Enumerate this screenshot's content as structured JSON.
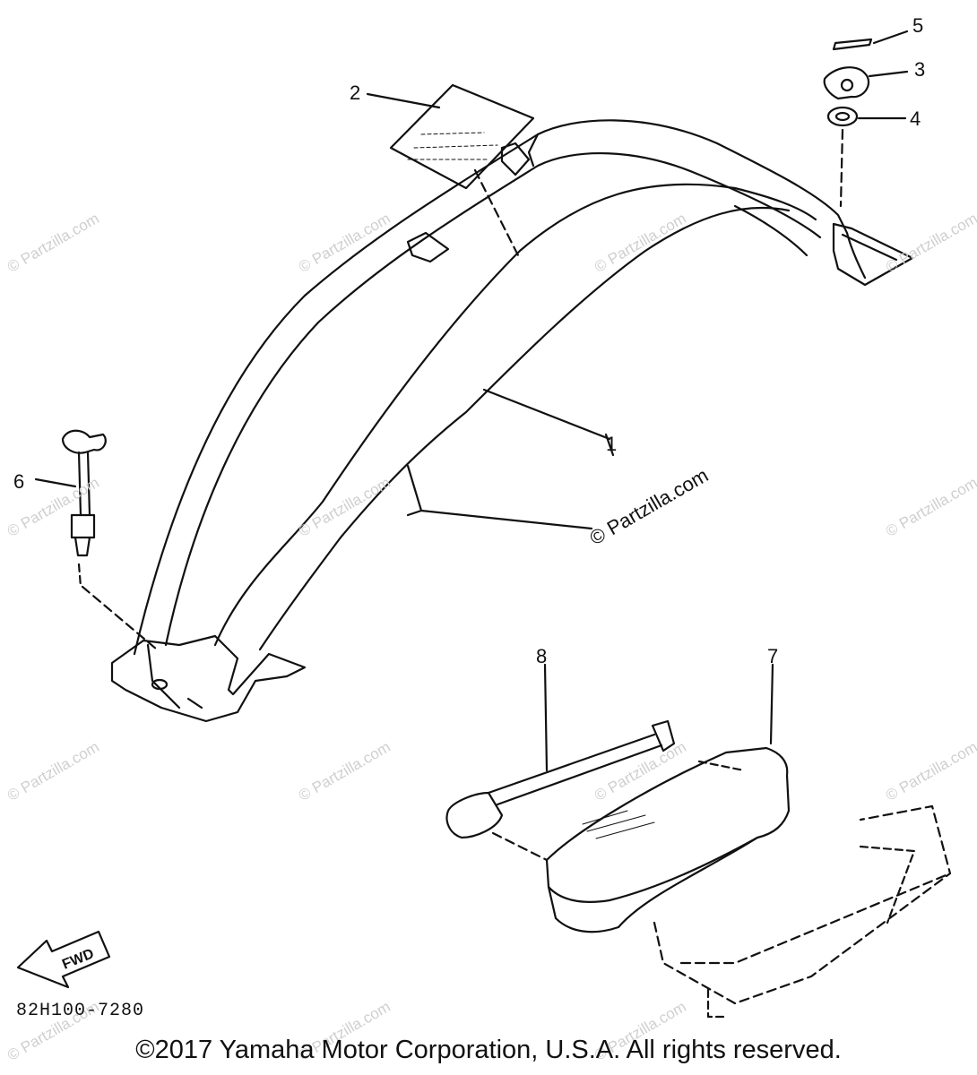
{
  "callouts": {
    "c1": "1",
    "c2": "2",
    "c3": "3",
    "c4": "4",
    "c5": "5",
    "c6": "6",
    "c7": "7",
    "c8": "8"
  },
  "fwd_label": "FWD",
  "drawing_code": "82H100-7280",
  "watermark_main": "© Partzilla.com",
  "watermark_faint": "© Partzilla.com",
  "copyright": "©2017 Yamaha Motor Corporation, U.S.A. All rights reserved."
}
